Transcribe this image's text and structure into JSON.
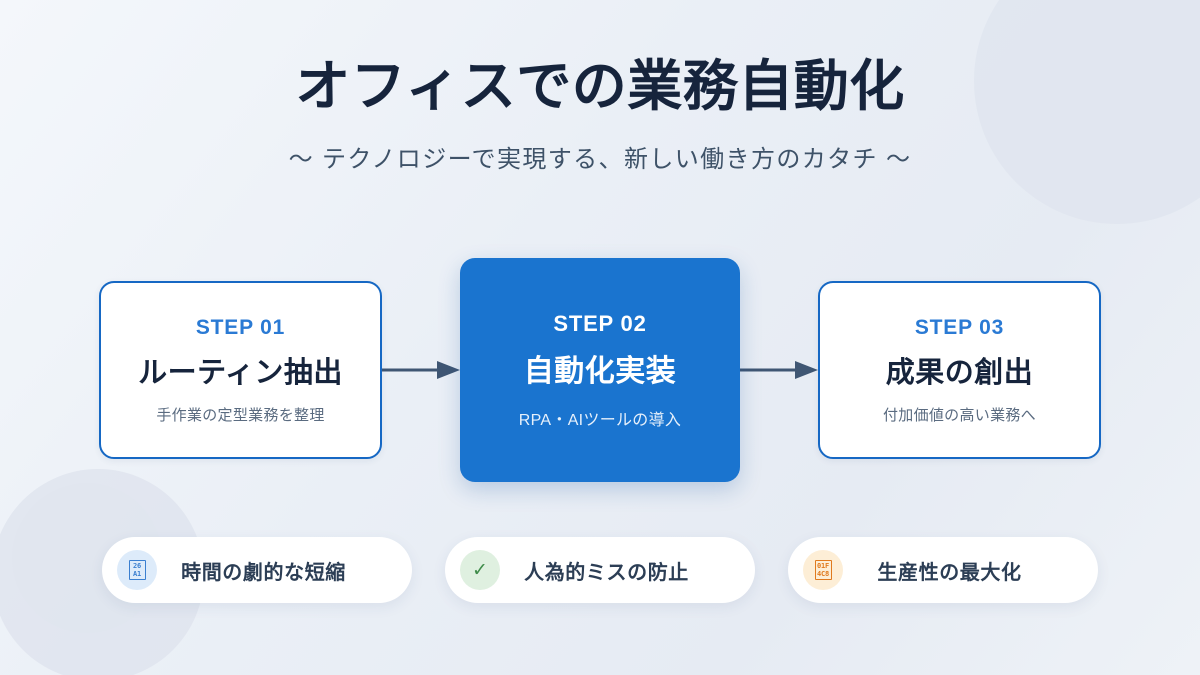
{
  "header": {
    "title": "オフィスでの業務自動化",
    "subtitle": "〜 テクノロジーで実現する、新しい働き方のカタチ 〜"
  },
  "colors": {
    "accent": "#1a74cf",
    "accent_text": "#2a7ad4",
    "title": "#16243c",
    "muted": "#5a6b80",
    "arrow": "#3f5673",
    "background": "#eef1f6",
    "card_border": "#1668c4"
  },
  "steps": [
    {
      "label": "STEP 01",
      "title": "ルーティン抽出",
      "description": "手作業の定型業務を整理",
      "featured": false
    },
    {
      "label": "STEP 02",
      "title": "自動化実装",
      "description": "RPA・AIツールの導入",
      "featured": true
    },
    {
      "label": "STEP 03",
      "title": "成果の創出",
      "description": "付加価値の高い業務へ",
      "featured": false
    }
  ],
  "arrows": [
    {
      "name": "arrow-step1-to-step2"
    },
    {
      "name": "arrow-step2-to-step3"
    }
  ],
  "benefits": [
    {
      "icon": "lightning-bolt-icon",
      "icon_glyph_top": "26",
      "icon_glyph_bottom": "A1",
      "icon_style": "tofu-blue",
      "label": "時間の劇的な短縮"
    },
    {
      "icon": "check-mark-icon",
      "icon_glyph": "✓",
      "icon_style": "check-green",
      "label": "人為的ミスの防止"
    },
    {
      "icon": "chart-increasing-icon",
      "icon_glyph_top": "01F",
      "icon_glyph_bottom": "4C8",
      "icon_style": "tofu-orange",
      "label": "生産性の最大化"
    }
  ]
}
